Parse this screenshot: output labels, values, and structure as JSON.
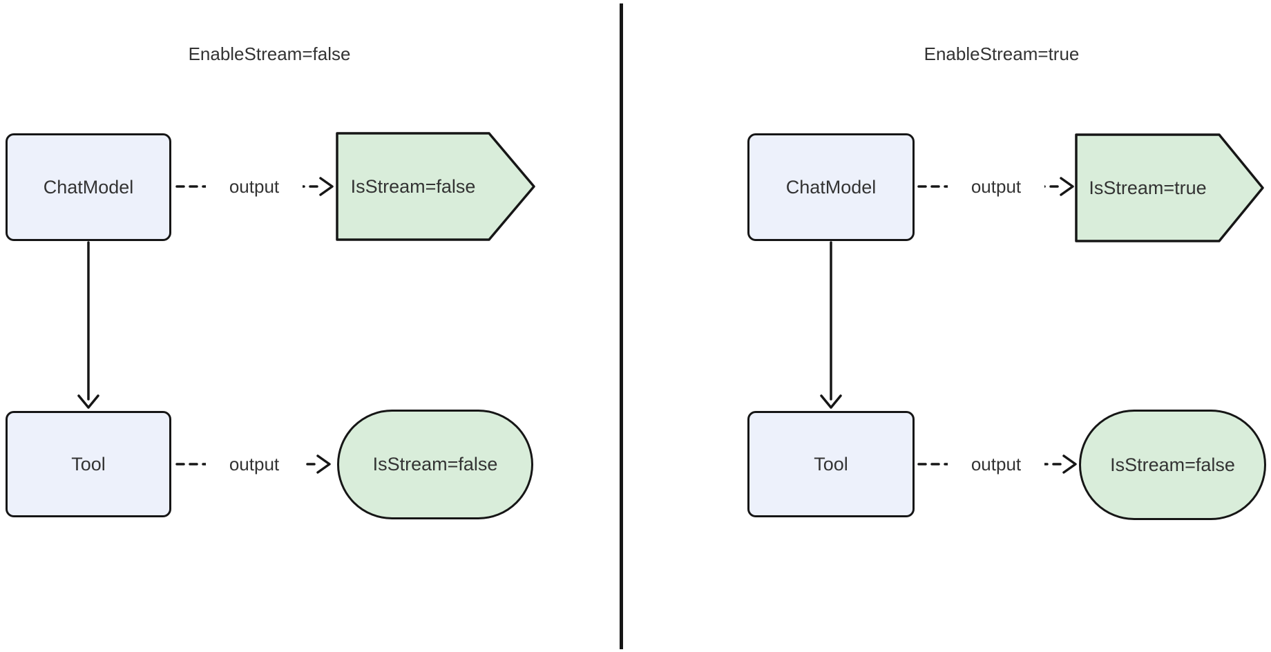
{
  "colors": {
    "background": "#ffffff",
    "node-fill": "#edf1fb",
    "result-fill": "#d9edda",
    "stroke": "#161616",
    "text": "#333333"
  },
  "panels": [
    {
      "title": "EnableStream=false",
      "nodes": {
        "chat_model": "ChatModel",
        "tool": "Tool",
        "model_result": "IsStream=false",
        "tool_result": "IsStream=false"
      },
      "edges": {
        "model_output_label": "output",
        "tool_output_label": "output"
      }
    },
    {
      "title": "EnableStream=true",
      "nodes": {
        "chat_model": "ChatModel",
        "tool": "Tool",
        "model_result": "IsStream=true",
        "tool_result": "IsStream=false"
      },
      "edges": {
        "model_output_label": "output",
        "tool_output_label": "output"
      }
    }
  ]
}
